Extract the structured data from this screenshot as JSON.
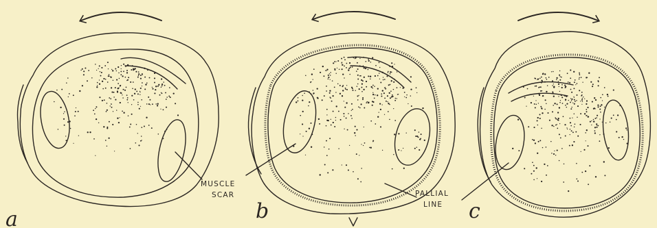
{
  "figure": {
    "panels": [
      {
        "letter": "a",
        "rotation": "counterclockwise"
      },
      {
        "letter": "b",
        "rotation": "counterclockwise"
      },
      {
        "letter": "c",
        "rotation": "clockwise"
      }
    ],
    "labels": {
      "muscle_scar_line1": "MUSCLE",
      "muscle_scar_line2": "SCAR",
      "pallial_line_line1": "PALLIAL",
      "pallial_line_line2": "LINE"
    },
    "colors": {
      "paper": "#f7f0c8",
      "ink": "#2b2622"
    }
  }
}
